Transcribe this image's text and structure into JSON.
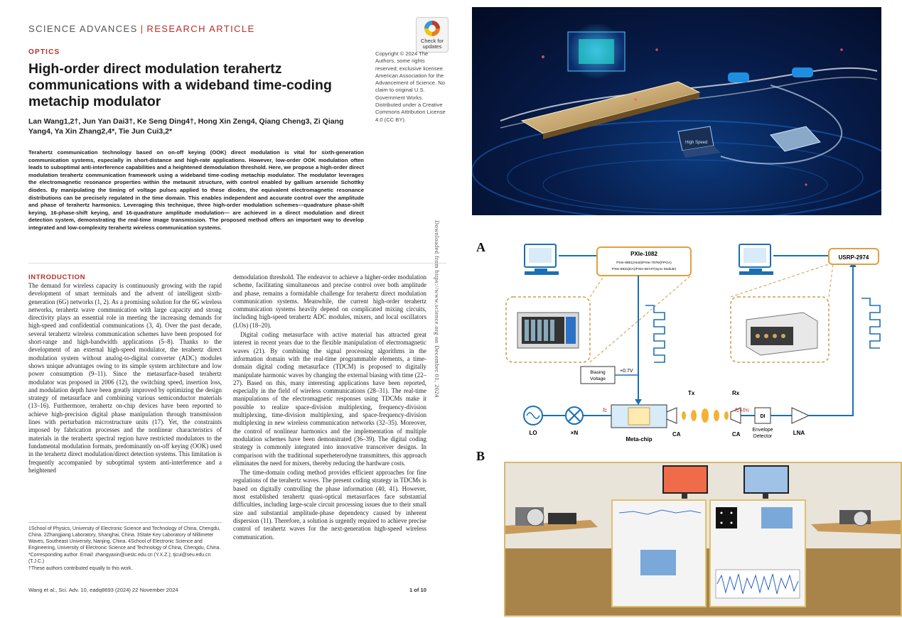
{
  "journal": {
    "name": "SCIENCE ADVANCES",
    "separator": "|",
    "article_type": "RESEARCH ARTICLE"
  },
  "check_updates": "Check for updates",
  "section": "OPTICS",
  "title": "High-order direct modulation terahertz communications with a wideband time-coding metachip modulator",
  "authors": "Lan Wang1,2†, Jun Yan Dai3†, Ke Seng Ding4†, Hong Xin Zeng4, Qiang Cheng3, Zi Qiang Yang4, Ya Xin Zhang2,4*, Tie Jun Cui3,2*",
  "copyright": "Copyright © 2024 The Authors, some rights reserved; exclusive licensee American Association for the Advancement of Science. No claim to original U.S. Government Works. Distributed under a Creative Commons Attribution License 4.0 (CC BY).",
  "abstract": "Terahertz communication technology based on on-off keying (OOK) direct modulation is vital for sixth-generation communication systems, especially in short-distance and high-rate applications. However, low-order OOK modulation often leads to suboptimal anti-interference capabilities and a heightened demodulation threshold. Here, we propose a high-order direct modulation terahertz communication framework using a wideband time-coding metachip modulator. The modulator leverages the electromagnetic resonance properties within the metaunit structure, with control enabled by gallium arsenide Schottky diodes. By manipulating the timing of voltage pulses applied to these diodes, the equivalent electromagnetic resonance distributions can be precisely regulated in the time domain. This enables independent and accurate control over the amplitude and phase of terahertz harmonics. Leveraging this technique, three high-order modulation schemes—quadrature phase-shift keying, 16-phase-shift keying, and 16-quadrature amplitude modulation— are achieved in a direct modulation and direct detection system, demonstrating the real-time image transmission. The proposed method offers an important way to develop integrated and low-complexity terahertz wireless communication systems.",
  "download_note": "Downloaded from https://www.science.org on December 01, 2024",
  "intro_heading": "INTRODUCTION",
  "col1": [
    "The demand for wireless capacity is continuously growing with the rapid development of smart terminals and the advent of intelligent sixth-generation (6G) networks (1, 2). As a promising solution for the 6G wireless networks, terahertz wave communication with large capacity and strong directivity plays an essential role in meeting the increasing demands for high-speed and confidential communications (3, 4). Over the past decade, several terahertz wireless communication schemes have been proposed for short-range and high-bandwidth applications (5–8). Thanks to the development of an external high-speed modulator, the terahertz direct modulation system without analog-to-digital converter (ADC) modules shows unique advantages owing to its simple system architecture and low power consumption (9–11). Since the metasurface-based terahertz modulator was proposed in 2006 (12), the switching speed, insertion loss, and modulation depth have been greatly improved by optimizing the design strategy of metasurface and combining various semiconductor materials (13–16). Furthermore, terahertz on-chip devices have been reported to achieve high-precision digital phase manipulation through transmission lines with perturbation microstructure units (17). Yet, the constraints imposed by fabrication processes and the nonlinear characteristics of materials in the terahertz spectral region have restricted modulators to the fundamental modulation formats, predominantly on-off keying (OOK) used in the terahertz direct modulation/direct detection systems. This limitation is frequently accompanied by suboptimal system anti-interference and a heightened"
  ],
  "col2": [
    "demodulation threshold. The endeavor to achieve a higher-order modulation scheme, facilitating simultaneous and precise control over both amplitude and phase, remains a formidable challenge for terahertz direct modulation communication systems. Meanwhile, the current high-order terahertz communication systems heavily depend on complicated mixing circuits, including high-speed terahertz ADC modules, mixers, and local oscillators (LOs) (18–20).",
    "Digital coding metasurface with active material has attracted great interest in recent years due to the flexible manipulation of electromagnetic waves (21). By combining the signal processing algorithms in the information domain with the real-time programmable elements, a time-domain digital coding metasurface (TDCM) is proposed to digitally manipulate harmonic waves by changing the external biasing with time (22–27). Based on this, many interesting applications have been reported, especially in the field of wireless communications (28–31). The real-time manipulations of the electromagnetic responses using TDCMs make it possible to realize space-division multiplexing, frequency-division multiplexing, time-division multiplexing, and space-frequency-division multiplexing in new wireless communication networks (32–35). Moreover, the control of nonlinear harmonics and the implementation of multiple modulation schemes have been demonstrated (36–39). The digital coding strategy is commonly integrated into innovative transceiver designs. In comparison with the traditional superheterodyne transmitters, this approach eliminates the need for mixers, thereby reducing the hardware costs.",
    "The time-domain coding method provides efficient approaches for fine regulations of the terahertz waves. The present coding strategy in TDCMs is based on digitally controlling the phase information (40, 41). However, most established terahertz quasi-optical metasurfaces face substantial difficulties, including large-scale circuit processing issues due to their small size and substantial amplitude-phase dependency caused by inherent dispersion (11). Therefore, a solution is urgently required to achieve precise control of terahertz waves for the next-generation high-speed wireless communication."
  ],
  "footnotes": [
    "1School of Physics, University of Electronic Science and Technology of China, Chengdu, China. 2Zhangjiang Laboratory, Shanghai, China. 3State Key Laboratory of Millimeter Waves, Southeast University, Nanjing, China. 4School of Electronic Science and Engineering, University of Electronic Science and Technology of China, Chengdu, China.",
    "*Corresponding author. Email: zhangyaxin@uestc.edu.cn (Y.X.Z.); tjcui@seu.edu.cn (T.J.C.)",
    "†These authors contributed equally to this work."
  ],
  "footer": {
    "citation": "Wang et al., Sci. Adv. 10, eadq8693 (2024)   22 November 2024",
    "page": "1 of 10"
  },
  "figure": {
    "label_a": "A",
    "label_b": "B",
    "pxie_title": "PXIe-1082",
    "pxie_line1": "PXIe-8881(Host)/PXIe-7976r(FPGA)",
    "pxie_line2": "PXIe-5831(DA)/PXIe-6674T(Sync Module)",
    "usrp": "USRP-2974",
    "biasing1": "Biasing",
    "biasing2": "Voltage",
    "bias_value": "+0.7V",
    "tx": "Tx",
    "rx": "Rx",
    "lo": "LO",
    "xn": "×N",
    "fc": "fc",
    "fcfm": "fc+fm",
    "metachip": "Meta-chip",
    "ca1": "CA",
    "ca2": "CA",
    "di": "DI",
    "envelope1": "Envelope",
    "envelope2": "Detector",
    "lna": "LNA",
    "speed": "High Speed"
  }
}
